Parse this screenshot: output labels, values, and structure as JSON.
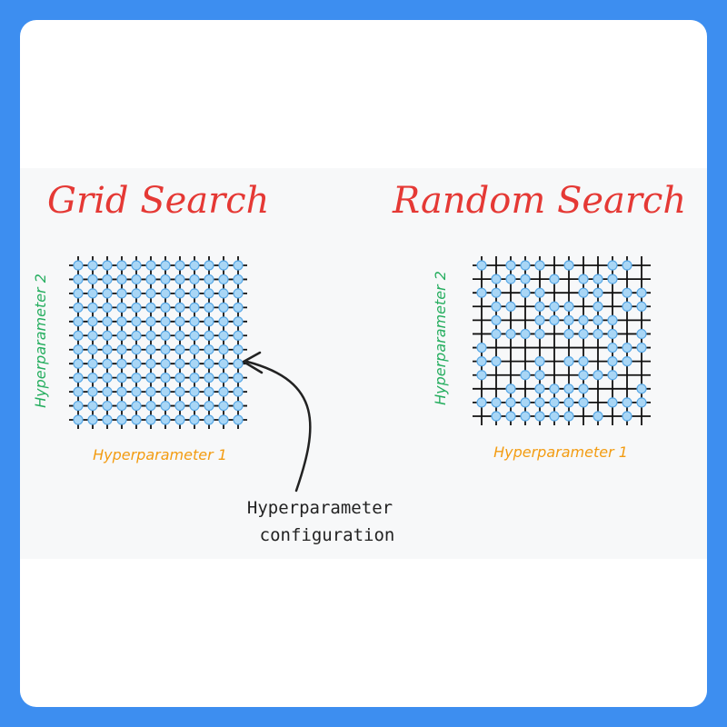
{
  "grid_search": {
    "title": "Grid Search",
    "xlabel": "Hyperparameter 1",
    "ylabel": "Hyperparameter 2",
    "rows": 12,
    "cols": 12,
    "config_pattern": "every-intersection"
  },
  "random_search": {
    "title": "Random Search",
    "xlabel": "Hyperparameter 1",
    "ylabel": "Hyperparameter 2",
    "rows": 12,
    "cols": 12,
    "config_pattern": "random-intersections"
  },
  "annotation": {
    "line1": "Hyperparameter",
    "line2": "configuration"
  },
  "colors": {
    "background": "#3d8ef0",
    "card": "#ffffff",
    "title": "#e53935",
    "xlabel": "#f39c12",
    "ylabel": "#27ae60",
    "point_fill": "#a9d6f5",
    "point_stroke": "#5aa9e6",
    "grid_line": "#111111"
  }
}
